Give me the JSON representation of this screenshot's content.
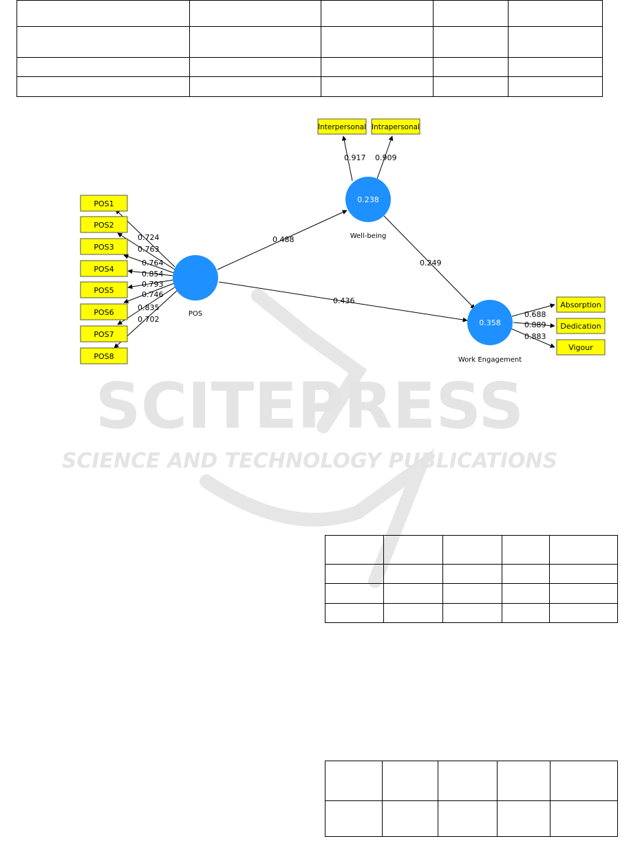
{
  "watermark": {
    "title": "SCITEPRESS",
    "subtitle": "SCIENCE AND TECHNOLOGY PUBLICATIONS"
  },
  "colors": {
    "indicator_fill": "#ffff00",
    "construct_fill": "#1e90ff",
    "watermark": "#e4e4e4"
  },
  "diagram": {
    "constructs": {
      "pos": {
        "label": "POS",
        "value": ""
      },
      "wellbeing": {
        "label": "Well-being",
        "value": "0.238"
      },
      "engagement": {
        "label": "Work Engagement",
        "value": "0.358"
      }
    },
    "pos_indicators": [
      {
        "label": "POS1",
        "loading": "0.724"
      },
      {
        "label": "POS2",
        "loading": "0.763"
      },
      {
        "label": "POS3",
        "loading": "0.764"
      },
      {
        "label": "POS4",
        "loading": "0.854"
      },
      {
        "label": "POS5",
        "loading": "0.793"
      },
      {
        "label": "POS6",
        "loading": "0.746"
      },
      {
        "label": "POS7",
        "loading": "0.835"
      },
      {
        "label": "POS8",
        "loading": "0.702"
      }
    ],
    "wellbeing_indicators": [
      {
        "label": "Interpersonal",
        "loading": "0.917"
      },
      {
        "label": "Intrapersonal",
        "loading": "0.909"
      }
    ],
    "engagement_indicators": [
      {
        "label": "Absorption",
        "loading": "0.688"
      },
      {
        "label": "Dedication",
        "loading": "0.889"
      },
      {
        "label": "Vigour",
        "loading": "0.883"
      }
    ],
    "paths": {
      "pos_to_wellbeing": "0.488",
      "pos_to_engagement": "0.436",
      "wellbeing_to_engagement": "0.249"
    }
  }
}
